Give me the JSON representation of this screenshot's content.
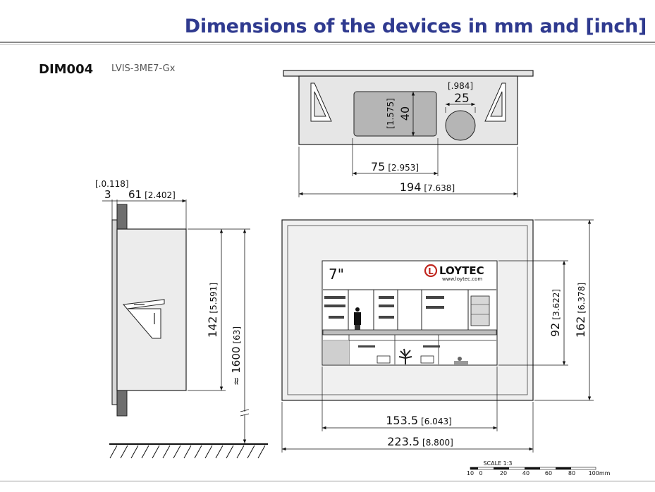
{
  "title": "Dimensions of the devices in mm and [inch]",
  "drawing_code": "DIM004",
  "model": "LVIS-3ME7-Gx",
  "top_view": {
    "knob_mm": "25",
    "knob_in": "[.984]",
    "window_w_mm": "75",
    "window_w_in": "[2.953]",
    "window_h_mm": "40",
    "window_h_in": "[1.575]",
    "total_w_mm": "194",
    "total_w_in": "[7.638]"
  },
  "side_view": {
    "bezel_mm": "3",
    "bezel_in": "[.0.118]",
    "depth_mm": "61",
    "depth_in": "[2.402]",
    "height_mm": "142",
    "height_in": "[5.591]",
    "mount_height_mm": "≈ 1600",
    "mount_height_in": "[63]"
  },
  "front_view": {
    "screen_size": "7\"",
    "brand": "LOYTEC",
    "brand_url": "www.loytec.com",
    "display_w_mm": "153.5",
    "display_w_in": "[6.043]",
    "total_w_mm": "223.5",
    "total_w_in": "[8.800]",
    "display_h_mm": "92",
    "display_h_in": "[3.622]",
    "total_h_mm": "162",
    "total_h_in": "[6.378]"
  },
  "scale": {
    "label": "SCALE 1:3",
    "ticks": [
      "10",
      "0",
      "20",
      "40",
      "60",
      "80",
      "100mm"
    ]
  }
}
